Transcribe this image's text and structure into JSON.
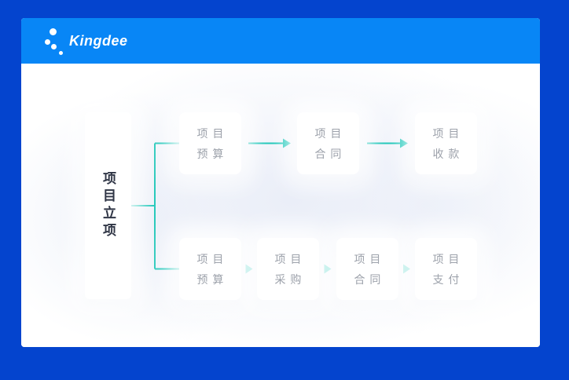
{
  "colors": {
    "outer_bg": "#0444CE",
    "header_bg": "#0886F6",
    "card_tint": "#EAEEF8",
    "connector": "#12C4B5",
    "root_text": "#2F3545",
    "node_text": "#9DA2AB",
    "node_bg": "#FFFFFF",
    "logo_color": "#FFFFFF"
  },
  "header": {
    "logo_text": "Kingdee"
  },
  "flowchart": {
    "root": {
      "label": "项目立项"
    },
    "top_row": {
      "nodes": [
        {
          "line1": "项目",
          "line2": "预算"
        },
        {
          "line1": "项目",
          "line2": "合同"
        },
        {
          "line1": "项目",
          "line2": "收款"
        }
      ]
    },
    "bottom_row": {
      "nodes": [
        {
          "line1": "项目",
          "line2": "预算"
        },
        {
          "line1": "项目",
          "line2": "采购"
        },
        {
          "line1": "项目",
          "line2": "合同"
        },
        {
          "line1": "项目",
          "line2": "支付"
        }
      ]
    },
    "edges": [
      "项目立项 → 项目预算(上) → 项目合同 → 项目收款",
      "项目立项 → 项目预算(下) → 项目采购 → 项目合同 → 项目支付"
    ]
  }
}
